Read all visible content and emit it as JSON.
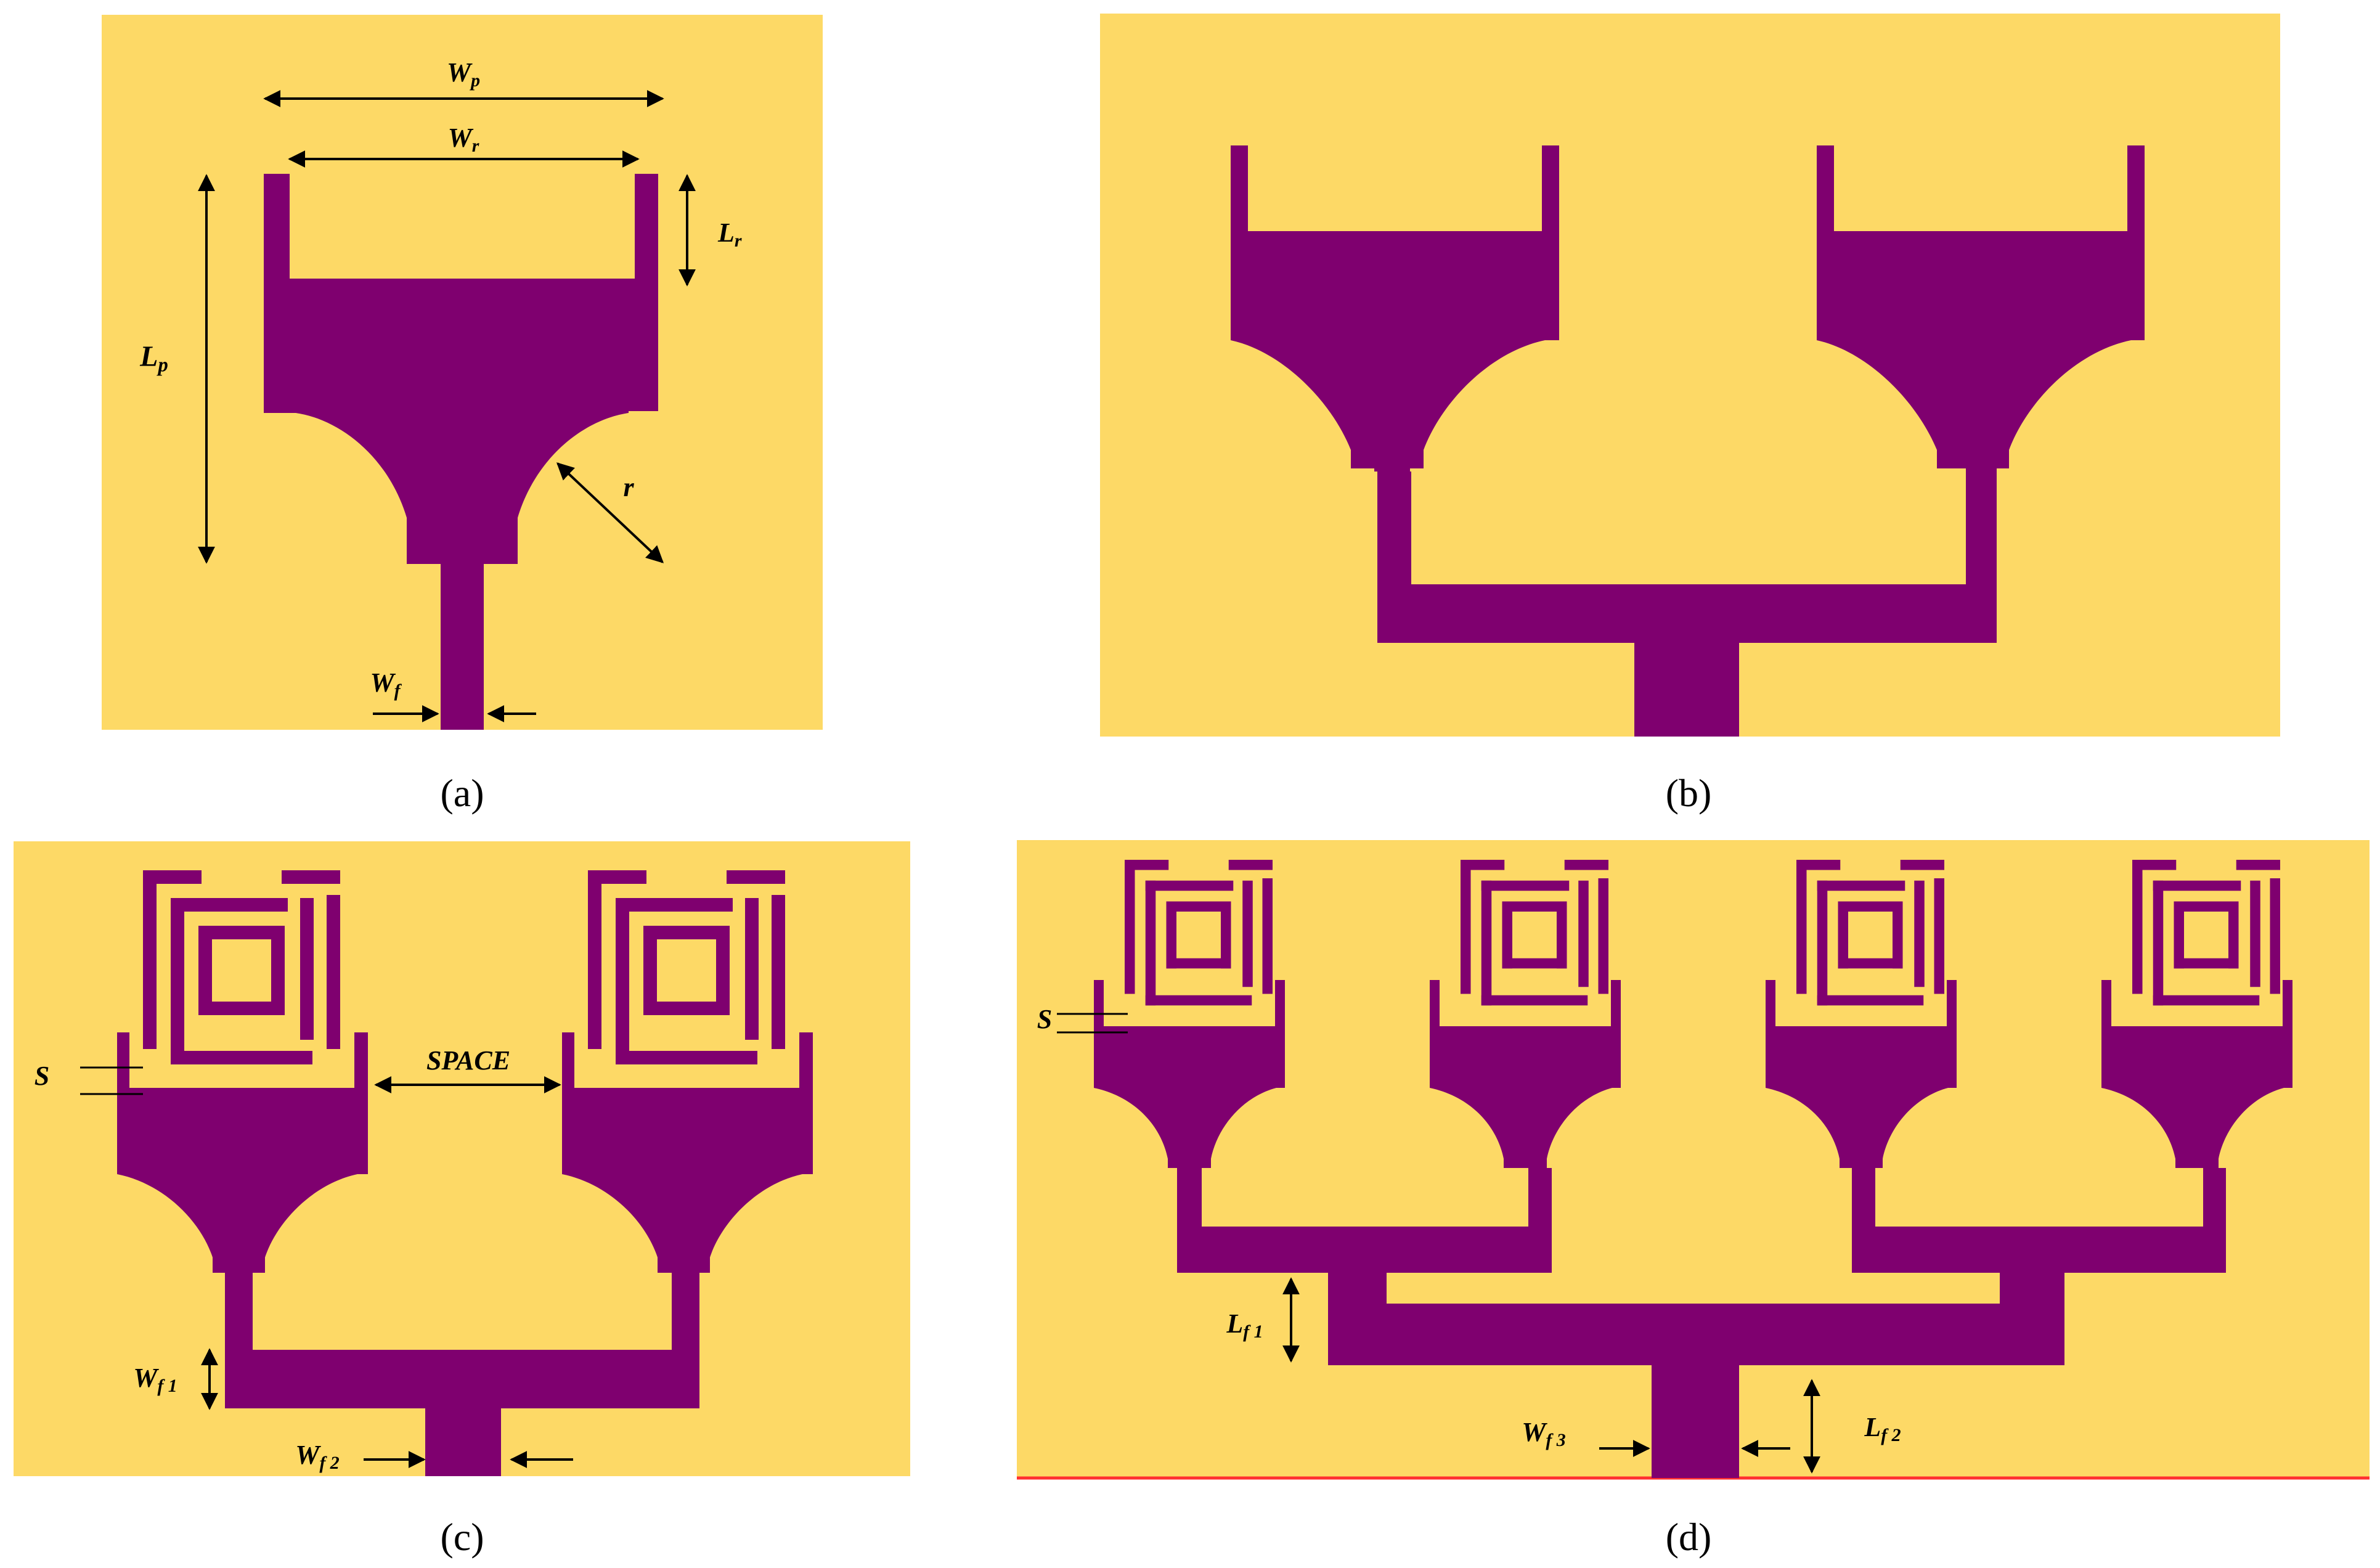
{
  "colors": {
    "substrate": "#FDD966",
    "patch": "#7F006F",
    "dimension": "#000000",
    "ground_edge": "#FF3030",
    "caption": "#000000"
  },
  "panels": {
    "a": {
      "caption": "(a)",
      "labels": {
        "wp": "Wp",
        "wr": "Wr",
        "lr": "Lr",
        "lp": "Lp",
        "r": "r",
        "wf": "Wf"
      }
    },
    "b": {
      "caption": "(b)"
    },
    "c": {
      "caption": "(c)",
      "labels": {
        "s": "S",
        "space": "SPACE",
        "wf1": "Wf 1",
        "wf2": "Wf 2"
      }
    },
    "d": {
      "caption": "(d)",
      "labels": {
        "s": "S",
        "lf1": "Lf 1",
        "wf3": "Wf 3",
        "lf2": "Lf 2"
      }
    }
  }
}
